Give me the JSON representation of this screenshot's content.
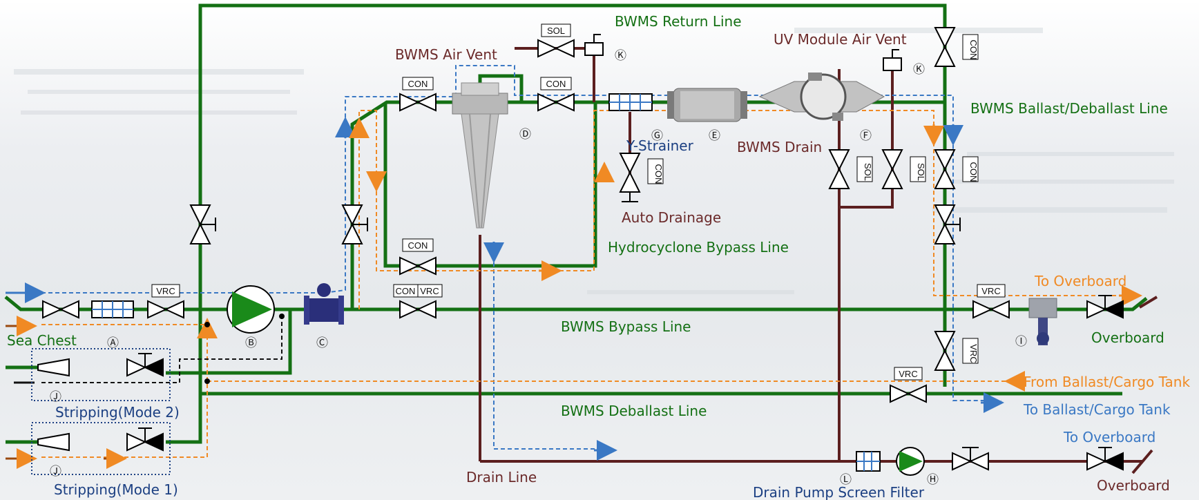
{
  "labels": {
    "return_line": "BWMS Return Line",
    "air_vent": "BWMS Air Vent",
    "uv_air_vent": "UV Module Air Vent",
    "ballast_line": "BWMS Ballast/Deballast Line",
    "y_strainer": "Y-Strainer",
    "bwms_drain": "BWMS Drain",
    "auto_drainage": "Auto Drainage",
    "hydro_bypass": "Hydrocyclone Bypass Line",
    "to_overboard_1": "To Overboard",
    "overboard_1": "Overboard",
    "sea_chest": "Sea Chest",
    "bypass_line": "BWMS Bypass Line",
    "from_tank": "From Ballast/Cargo Tank",
    "to_tank": "To Ballast/Cargo Tank",
    "deballast_line": "BWMS Deballast Line",
    "stripping_2": "Stripping(Mode 2)",
    "stripping_1": "Stripping(Mode 1)",
    "to_overboard_2": "To Overboard",
    "drain_line": "Drain Line",
    "drain_pump_filter": "Drain Pump Screen Filter",
    "overboard_2": "Overboard"
  },
  "tags": {
    "sol": "SOL",
    "con": "CON",
    "vrc": "VRC"
  },
  "markers": {
    "A": "Ⓐ",
    "B": "Ⓑ",
    "C": "Ⓒ",
    "D": "Ⓓ",
    "E": "Ⓔ",
    "F": "Ⓕ",
    "G": "Ⓖ",
    "H": "Ⓗ",
    "I": "Ⓘ",
    "J": "Ⓙ",
    "K": "Ⓚ",
    "L": "Ⓛ"
  },
  "colors": {
    "main_line": "#147014",
    "drain_line": "#5c1f1f",
    "ballast_flow": "#3a78c4",
    "deballast_flow": "#f08a24",
    "stripping_flow": "#9a4a10"
  }
}
